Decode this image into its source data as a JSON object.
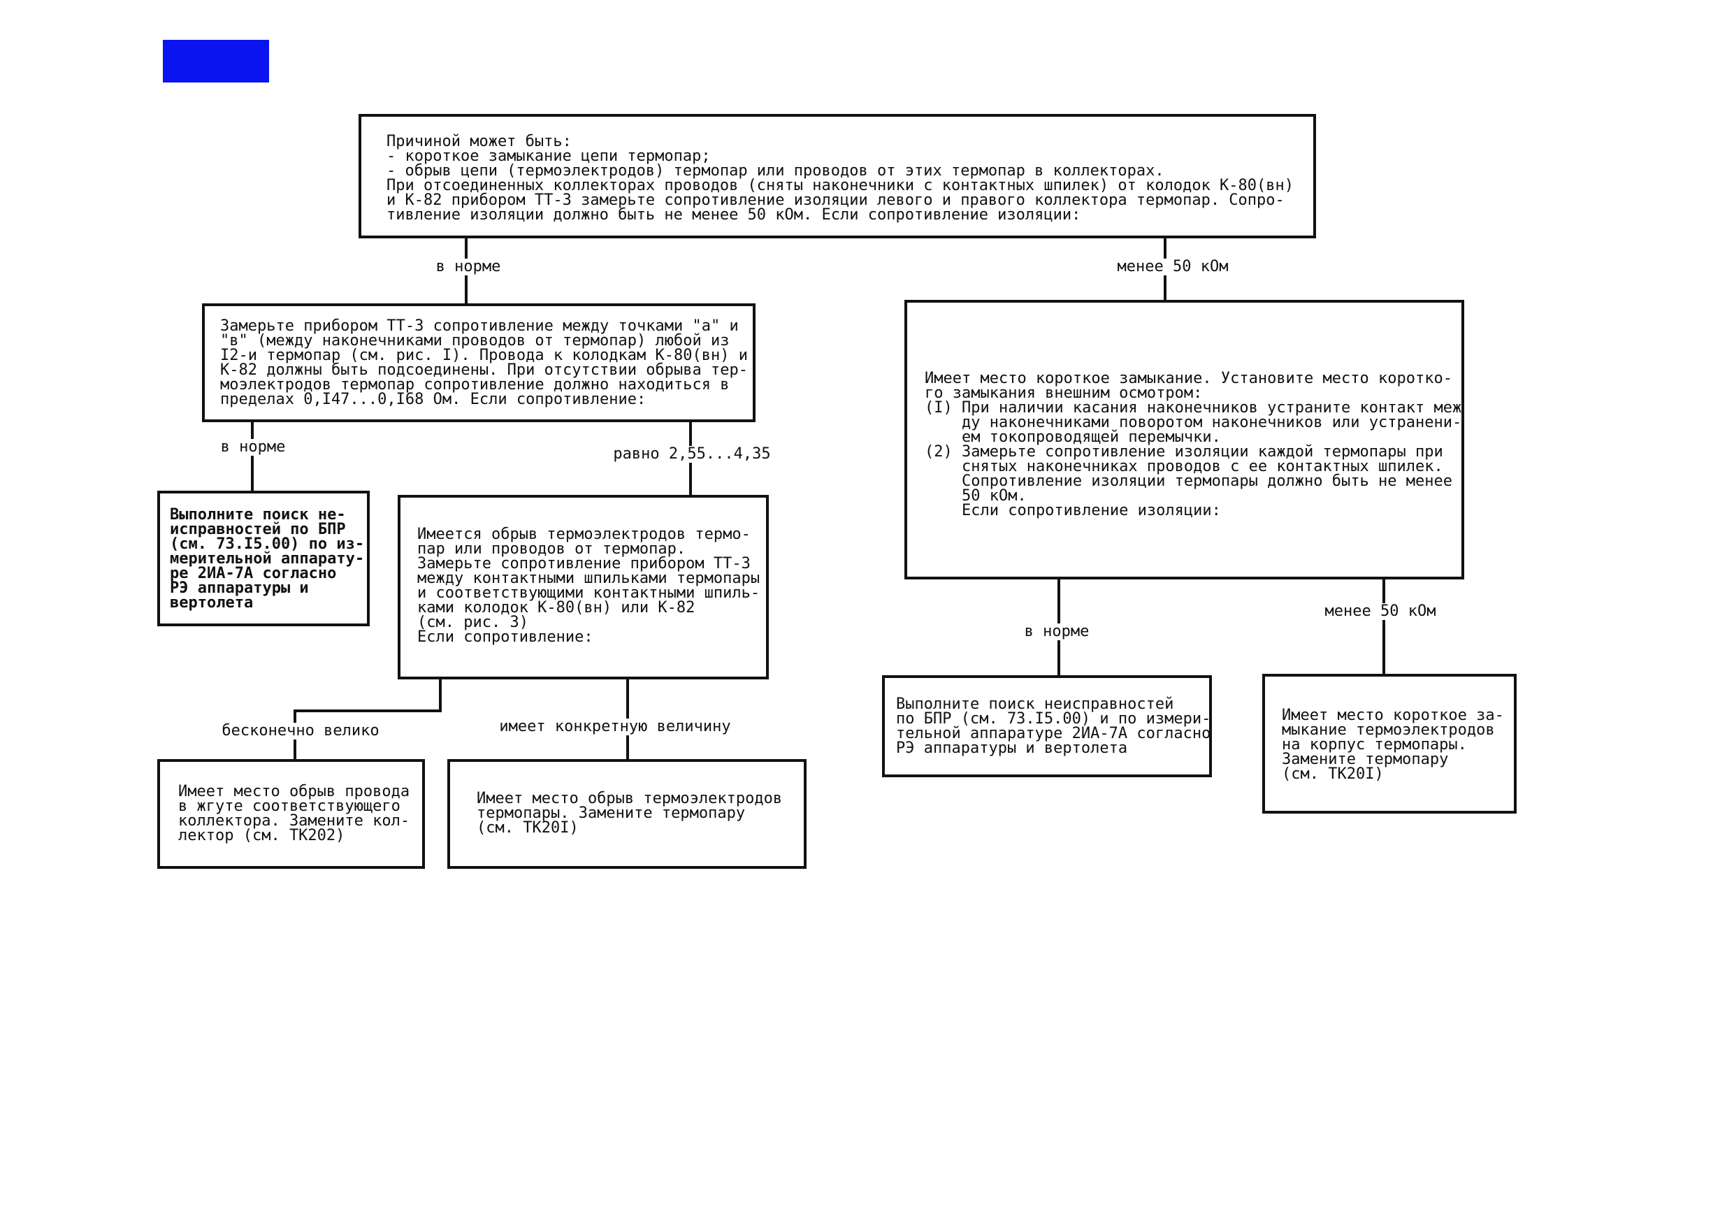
{
  "header_tab": {
    "color": "#0a13f0"
  },
  "boxes": {
    "root": "Причиной может быть:\n- короткое замыкание цепи термопар;\n- обрыв цепи (термоэлектродов) термопар или проводов от этих термопар в коллекторах.\nПри отсоединенных коллекторах проводов (сняты наконечники с контактных шпилек) от колодок К-80(вн)\nи К-82 прибором ТТ-3 замерьте сопротивление изоляции левого и правого коллектора термопар. Сопро-\nтивление изоляции должно быть не менее 50 кОм. Если сопротивление изоляции:",
    "measure_resistance": "Замерьте прибором ТТ-3 сопротивление между точками \"а\" и\n\"в\" (между наконечниками проводов от термопар) любой из\nI2-и термопар (см. рис. I). Провода к колодкам К-80(вн) и\nК-82 должны быть подсоединены. При отсутствии обрыва тер-\nмоэлектродов термопар сопротивление должно находиться в\nпределах 0,I47...0,I68 Ом. Если сопротивление:",
    "short_circuit": "Имеет место короткое замыкание. Установите место коротко-\nго замыкания внешним осмотром:\n(I) При наличии касания наконечников устраните контакт меж-\n    ду наконечниками поворотом наконечников или устранени-\n    ем токопроводящей перемычки.\n(2) Замерьте сопротивление изоляции каждой термопары при\n    снятых наконечниках проводов с ее контактных шпилек.\n    Сопротивление изоляции термопары должно быть не менее\n    50 кОм.\n    Если сопротивление изоляции:",
    "search_bpr_left": "Выполните поиск не-\nисправностей по БПР\n(см. 73.I5.00) по из-\nмерительной аппарату-\nре 2ИА-7А согласно\nРЭ аппаратуры и\nвертолета",
    "open_circuit": "Имеется обрыв термоэлектродов термо-\nпар или проводов от термопар.\nЗамерьте сопротивление прибором ТТ-3\nмежду контактными шпильками термопары\nи соответствующими контактными шпиль-\nками колодок К-80(вн) или К-82\n(см. рис. 3)\nЕсли сопротивление:",
    "search_bpr_right": "Выполните поиск неисправностей\nпо БПР (см. 73.I5.00) и по измери-\nтельной аппаратуре 2ИА-7А согласно\nРЭ аппаратуры и вертолета",
    "replace_thermocouple_short": "Имеет место короткое за-\nмыкание термоэлектродов\nна корпус термопары.\nЗамените термопару\n(см. ТК20I)",
    "wire_break": "Имеет место обрыв провода\nв жгуте соответствующего\nколлектора. Замените кол-\nлектор (см. ТК202)",
    "replace_thermocouple_break": "Имеет место обрыв термоэлектродов\nтермопары. Замените термопару\n(см. ТК20I)"
  },
  "labels": {
    "root_normal": "в норме",
    "root_less50": "менее 50 кОм",
    "measure_normal": "в норме",
    "measure_range": "равно 2,55...4,35",
    "short_normal": "в норме",
    "short_less50": "менее 50 кОм",
    "open_infinite": "бесконечно велико",
    "open_value": "имеет конкретную величину"
  }
}
